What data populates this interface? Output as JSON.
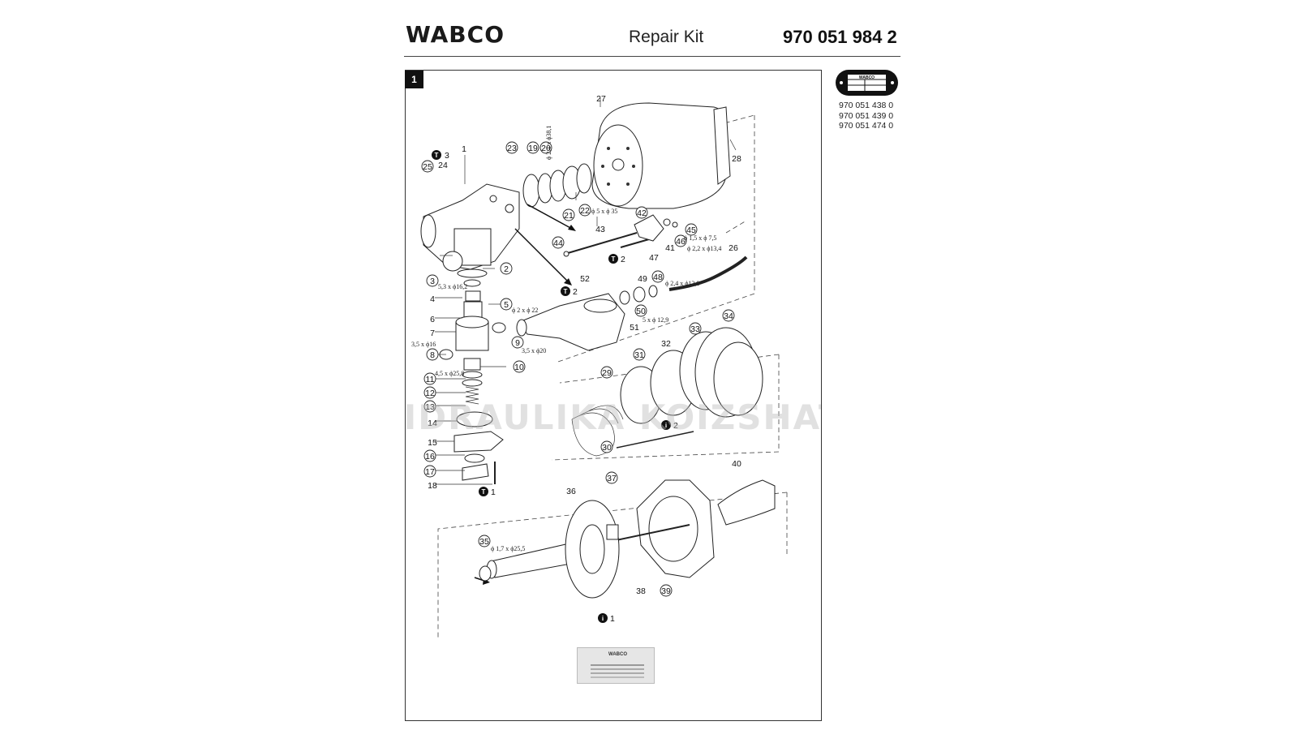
{
  "header": {
    "brand": "WABCO",
    "title": "Repair Kit",
    "part_number": "970 051 984 2"
  },
  "section": {
    "number": "1"
  },
  "plate": {
    "brand": "WABCO"
  },
  "variants": [
    "970 051 438 0",
    "970 051 439 0",
    "970 051 474 0"
  ],
  "callouts": {
    "p1": "1",
    "p2": "2",
    "p3": "3",
    "p4": "4",
    "p5": "5",
    "p6": "6",
    "p7": "7",
    "p8": "8",
    "p9": "9",
    "p10": "10",
    "p11": "11",
    "p12": "12",
    "p13": "13",
    "p14": "14",
    "p15": "15",
    "p16": "16",
    "p17": "17",
    "p18": "18",
    "p19": "19",
    "p20": "20",
    "p21": "21",
    "p22": "22",
    "p23": "23",
    "p24": "24",
    "p25": "25",
    "p26": "26",
    "p27": "27",
    "p28": "28",
    "p29": "29",
    "p30": "30",
    "p31": "31",
    "p32": "32",
    "p33": "33",
    "p34": "34",
    "p35": "35",
    "p36": "36",
    "p37": "37",
    "p38": "38",
    "p39": "39",
    "p40": "40",
    "p41": "41",
    "p42": "42",
    "p43": "43",
    "p44": "44",
    "p45": "45",
    "p46": "46",
    "p47": "47",
    "p48": "48",
    "p49": "49",
    "p50": "50",
    "p51": "51",
    "p52": "52"
  },
  "torque_marks": {
    "t3": "3",
    "t2a": "2",
    "t2b": "2",
    "t1": "1"
  },
  "info_marks": {
    "i2": "2",
    "i1": "1"
  },
  "dimensions": {
    "d20": "ϕ 2,4 x ϕ38,1",
    "d22": "ϕ 5 x ϕ 35",
    "d45": "ϕ 1,5 x ϕ 7,5",
    "d46": "ϕ 2,2 x ϕ13,4",
    "d48": "ϕ 2,4 x ϕ12,8",
    "d3": "5,3 x ϕ16,2",
    "d5": "ϕ 2 x ϕ 22",
    "d8": "3,5 x ϕ16",
    "d9": "3,5 x ϕ20",
    "d50": "5 x ϕ 12,9",
    "d11": "4,5 x ϕ25,8",
    "d35": "ϕ 1,7 x ϕ25,5"
  },
  "watermark": "HIDRAULIKA KOIZSHAT"
}
